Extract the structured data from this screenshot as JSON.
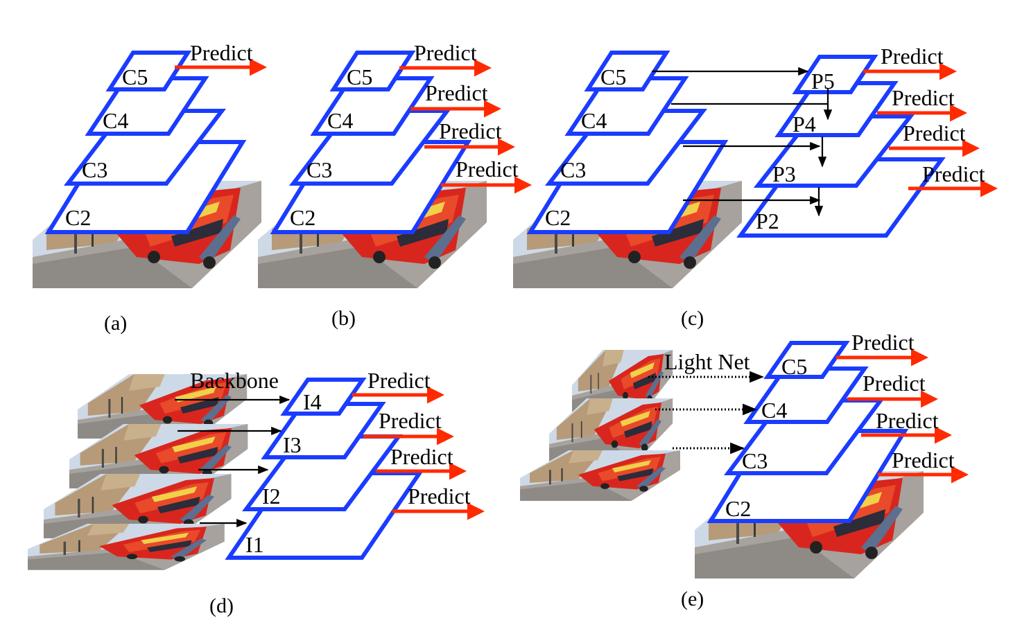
{
  "colors": {
    "layer_stroke": "#1a3cff",
    "predict_arrow": "#ff2a00",
    "connector": "#000000"
  },
  "icons": {
    "photo": "street-bus-photo"
  },
  "panels": {
    "a": {
      "caption": "(a)",
      "layers": [
        "C5",
        "C4",
        "C3",
        "C2"
      ],
      "predict": [
        "Predict"
      ]
    },
    "b": {
      "caption": "(b)",
      "layers": [
        "C5",
        "C4",
        "C3",
        "C2"
      ],
      "predict": [
        "Predict",
        "Predict",
        "Predict",
        "Predict"
      ]
    },
    "c": {
      "caption": "(c)",
      "layers": [
        "C5",
        "C4",
        "C3",
        "C2"
      ],
      "pyramid": [
        "P5",
        "P4",
        "P3",
        "P2"
      ],
      "predict": [
        "Predict",
        "Predict",
        "Predict",
        "Predict"
      ]
    },
    "d": {
      "caption": "(d)",
      "connector_label": "Backbone",
      "layers": [
        "I4",
        "I3",
        "I2",
        "I1"
      ],
      "predict": [
        "Predict",
        "Predict",
        "Predict",
        "Predict"
      ]
    },
    "e": {
      "caption": "(e)",
      "connector_label": "Light Net",
      "layers": [
        "C5",
        "C4",
        "C3",
        "C2"
      ],
      "predict": [
        "Predict",
        "Predict",
        "Predict",
        "Predict"
      ]
    }
  }
}
